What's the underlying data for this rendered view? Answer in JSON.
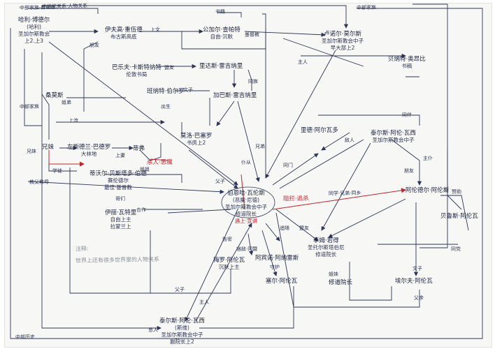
{
  "nodes": {
    "harry": {
      "name": "哈利·博德尔",
      "name2": "(哈利)",
      "sub": "圣加尔斯教会",
      "role": "上2.上3"
    },
    "pickwell": {
      "name": "伊夫高·重伍德",
      "sub": "布古斯高底"
    },
    "gemili": {
      "name": "公加尔·查帕特",
      "sub": "自由·沉默",
      "role": "基督教"
    },
    "rurnett": {
      "name": "卢诺尔·莫尔斯",
      "sub": "圣加尔斯教会中子",
      "role": "早大部上2"
    },
    "oulanggu": {
      "name": "贝纳特·奥昂比",
      "sub": "书稿"
    },
    "teahouse": {
      "name": "巴乐夫·卡斯特纳特",
      "sub": "伦敦书局"
    },
    "tiaoweng": {
      "name": "里达斯·雷吉纳里"
    },
    "cabin": {
      "name": "加巴斯·雷吉纳里"
    },
    "eve": {
      "name": "班纳特·伯尔罗"
    },
    "xiu": {
      "name": "桑莫斯"
    },
    "leftcluster": {
      "name": "左斯德兰·巴德罗",
      "sub": "大林地"
    },
    "dome": {
      "name": "兄妹"
    },
    "ten": {
      "name": "蒂弗"
    },
    "lilian": {
      "name": "莫洛·巴塞罗",
      "sub": "书房上2"
    },
    "kovin": {
      "name": "蒂沃尔·贝斯塔多·伯德",
      "sub": "赛伦德尔",
      "role": "最佳·基督教"
    },
    "center": {
      "name": "伯恩哈·瓦伦斯",
      "name2": "(恶魔·尼德)",
      "sub": "圣加尔斯教会中子",
      "role": "修道院长",
      "red": "遇上·宣讲"
    },
    "bean": {
      "name": "泰尔斯·阿伦·瓦西",
      "sub": "圣加尔斯教会中子"
    },
    "trip": {
      "name": "里德·阿尔瓦多"
    },
    "raph": {
      "name": "阿伦德尔·阿伦斯"
    },
    "lin": {
      "name": "李姆·若得",
      "sub": "圣托尔斯塔伯尼",
      "role": "修道院长"
    },
    "ailon": {
      "name": "贝鲁斯·阿伦瓦"
    },
    "rose": {
      "name": "埃尔夫·阿伦瓦"
    },
    "forbes": {
      "name": "阿宾诺·阿纳雷斯"
    },
    "mae": {
      "name": "伊丽·瓦特里",
      "sub": "自由上主",
      "role": "拉蒙兰上"
    },
    "knight": {
      "name": "梅罗·阿伦瓦",
      "sub": "沉默上主"
    },
    "mono": {
      "name": "泰尔斯·阿伦·瓦西",
      "sub": "(斯维)",
      "role": "圣加尔斯教会中子",
      "role2": "副院长上2"
    },
    "verbotene": {
      "name": "塞尔·阿伦瓦"
    },
    "dukes": {
      "name": "修道院长"
    }
  },
  "edge_labels": [
    "中部家族·古斯德",
    "中部家族",
    "中部家族",
    "上文",
    "基督教",
    "朋友",
    "主人",
    "书籍",
    "盟友",
    "同族",
    "文子",
    "出生",
    "姐弟",
    "上流",
    "兄妹",
    "上妻",
    "教父教母",
    "学徒",
    "姐姐",
    "父子",
    "兄弟",
    "同门",
    "仆从",
    "同伴",
    "敌人",
    "朋友",
    "主仆",
    "赞助",
    "同党",
    "文子",
    "同学·兄弟·同乡",
    "阻拦·追杀",
    "合作",
    "盟友",
    "告密",
    "宿敌·同盟",
    "追随",
    "守护",
    "姐妹",
    "父子",
    "主人",
    "杀人·恶魔",
    "父亲",
    "哥们",
    "恩人"
  ],
  "note": {
    "line1": "注释:",
    "line2": "世界上还有很多世界里的人物关系"
  },
  "corner_labels": {
    "top": "中世纪关系·人物关系",
    "bottom": "中部历史"
  }
}
